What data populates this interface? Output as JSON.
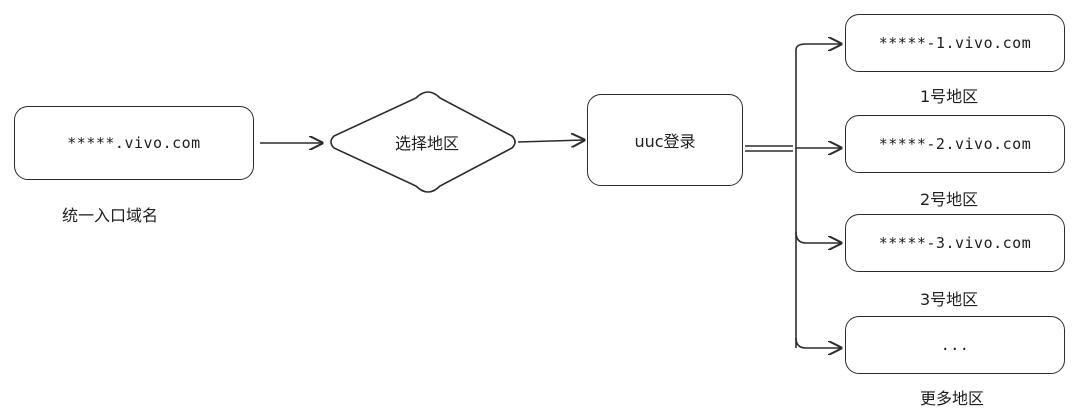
{
  "entry": {
    "domain": "*****.vivo.com",
    "caption": "统一入口域名"
  },
  "decision": {
    "label": "选择地区"
  },
  "login": {
    "label": "uuc登录"
  },
  "regions": [
    {
      "domain": "*****-1.vivo.com",
      "caption": "1号地区"
    },
    {
      "domain": "*****-2.vivo.com",
      "caption": "2号地区"
    },
    {
      "domain": "*****-3.vivo.com",
      "caption": "3号地区"
    },
    {
      "domain": "...",
      "caption": "更多地区"
    }
  ],
  "colors": {
    "stroke": "#2b2b2b",
    "text": "#1e1e1e",
    "background": "#ffffff"
  }
}
